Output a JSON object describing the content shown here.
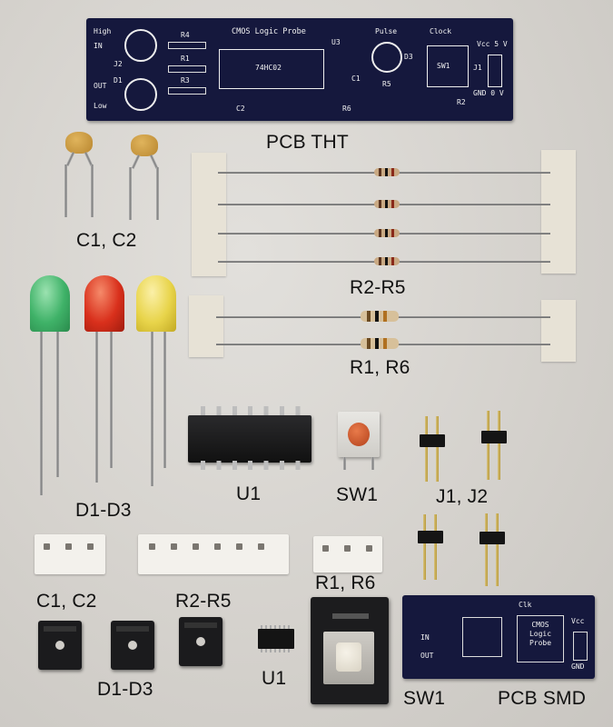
{
  "photo": {
    "labels": {
      "pcb_tht": "PCB THT",
      "c1_c2_tht": "C1, C2",
      "r2_r5_tht": "R2-R5",
      "r1_r6_tht": "R1, R6",
      "d1_d3_tht": "D1-D3",
      "u1_tht": "U1",
      "sw1_tht": "SW1",
      "j1_j2": "J1, J2",
      "c1_c2_smd": "C1, C2",
      "r2_r5_smd": "R2-R5",
      "r1_r6_smd": "R1, R6",
      "d1_d3_smd": "D1-D3",
      "u1_smd": "U1",
      "sw1_smd": "SW1",
      "pcb_smd": "PCB SMD"
    },
    "pcb_tht_silk": {
      "title": "CMOS Logic Probe",
      "chip": "74HC02",
      "u3": "U3",
      "high": "High",
      "in": "IN",
      "out": "OUT",
      "low": "Low",
      "j2": "J2",
      "d1": "D1",
      "r4": "R4",
      "r1": "R1",
      "r3": "R3",
      "c2": "C2",
      "r6": "R6",
      "c1": "C1",
      "pulse": "Pulse",
      "d3": "D3",
      "r5": "R5",
      "clock": "Clock",
      "sw1": "SW1",
      "r2": "R2",
      "vcc": "Vcc 5 V",
      "j1": "J1",
      "gnd": "GND 0 V"
    },
    "pcb_smd_silk": {
      "title": "CMOS Logic Probe",
      "clk": "Clk",
      "vcc": "Vcc",
      "gnd": "GND",
      "in": "IN",
      "out": "OUT"
    },
    "colors": {
      "pcb": "#15183d",
      "led_green": "#3fb268",
      "led_red": "#d9301c",
      "led_yellow": "#e8d44a",
      "capacitor": "#d2a246",
      "background": "#d6d3ce"
    }
  }
}
